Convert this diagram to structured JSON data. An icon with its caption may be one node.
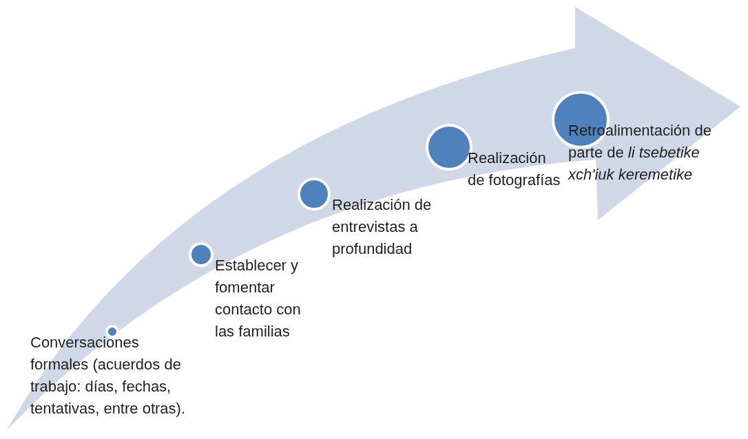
{
  "diagram": {
    "nodes": [
      {
        "text": [],
        "shape": "circle",
        "beside": [
          "Conversaciones formales (acuerdos de trabajo: días, fechas, tentativas, entre otras)."
        ]
      },
      {
        "text": [],
        "shape": "circle",
        "beside": [
          "Establecer y fomentar contacto con las familias"
        ]
      },
      {
        "text": [],
        "shape": "circle",
        "beside": [
          "Realización de entrevistas a profundidad"
        ]
      },
      {
        "text": [],
        "shape": "circle",
        "beside": [
          "Realización de fotografías"
        ]
      },
      {
        "text": [],
        "shape": "circle",
        "beside": [
          "Retroalimentación de parte de *li tsebetike xch'iuk keremetike*"
        ]
      }
    ]
  }
}
